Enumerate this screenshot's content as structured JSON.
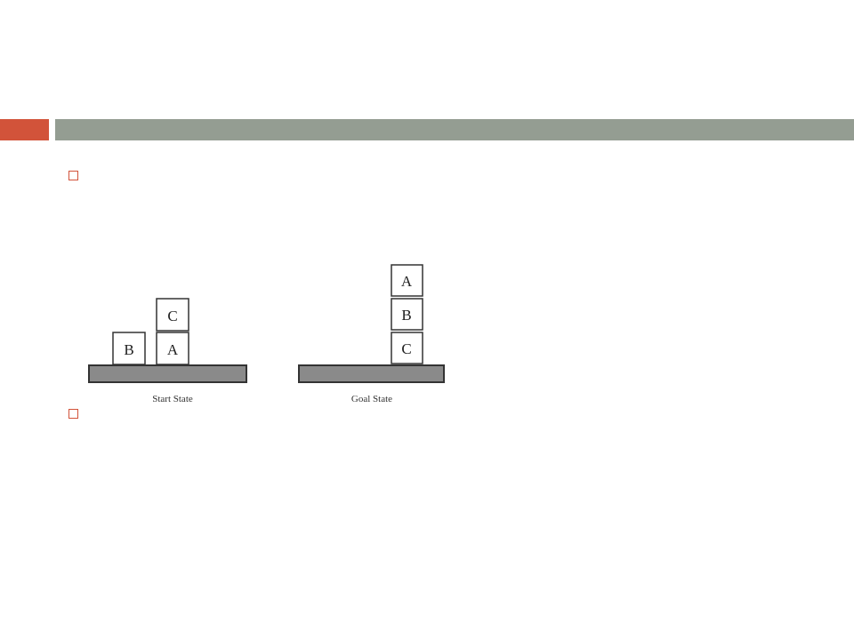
{
  "slide": {
    "title": "",
    "accent_color": "#d2533a",
    "rule_color": "#949d92",
    "title_color": "#5a4e3a",
    "link_color": "#1fa7d8",
    "bullets": [
      {
        "text": "",
        "is_link": false
      },
      {
        "text": "",
        "is_link": true
      }
    ]
  },
  "diagram": {
    "start_state": {
      "caption": "Start State",
      "blocks": [
        "B",
        "C",
        "A"
      ]
    },
    "goal_state": {
      "caption": "Goal State",
      "blocks": [
        "A",
        "B",
        "C"
      ]
    }
  }
}
